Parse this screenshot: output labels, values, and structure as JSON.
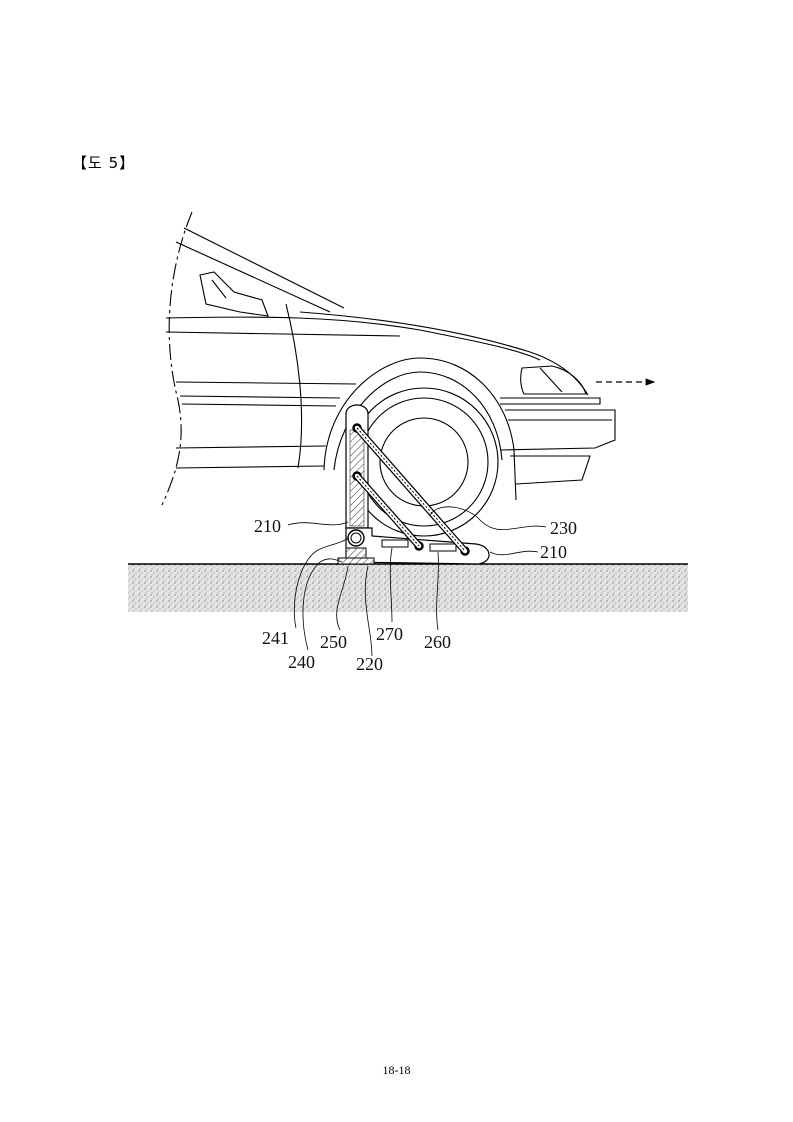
{
  "figure": {
    "title": "【도 5】"
  },
  "labels": {
    "l210_upper": "210",
    "l210_lower": "210",
    "l230": "230",
    "l241": "241",
    "l240": "240",
    "l250": "250",
    "l220": "220",
    "l270": "270",
    "l260": "260"
  },
  "footer": {
    "page_number": "18-18"
  }
}
